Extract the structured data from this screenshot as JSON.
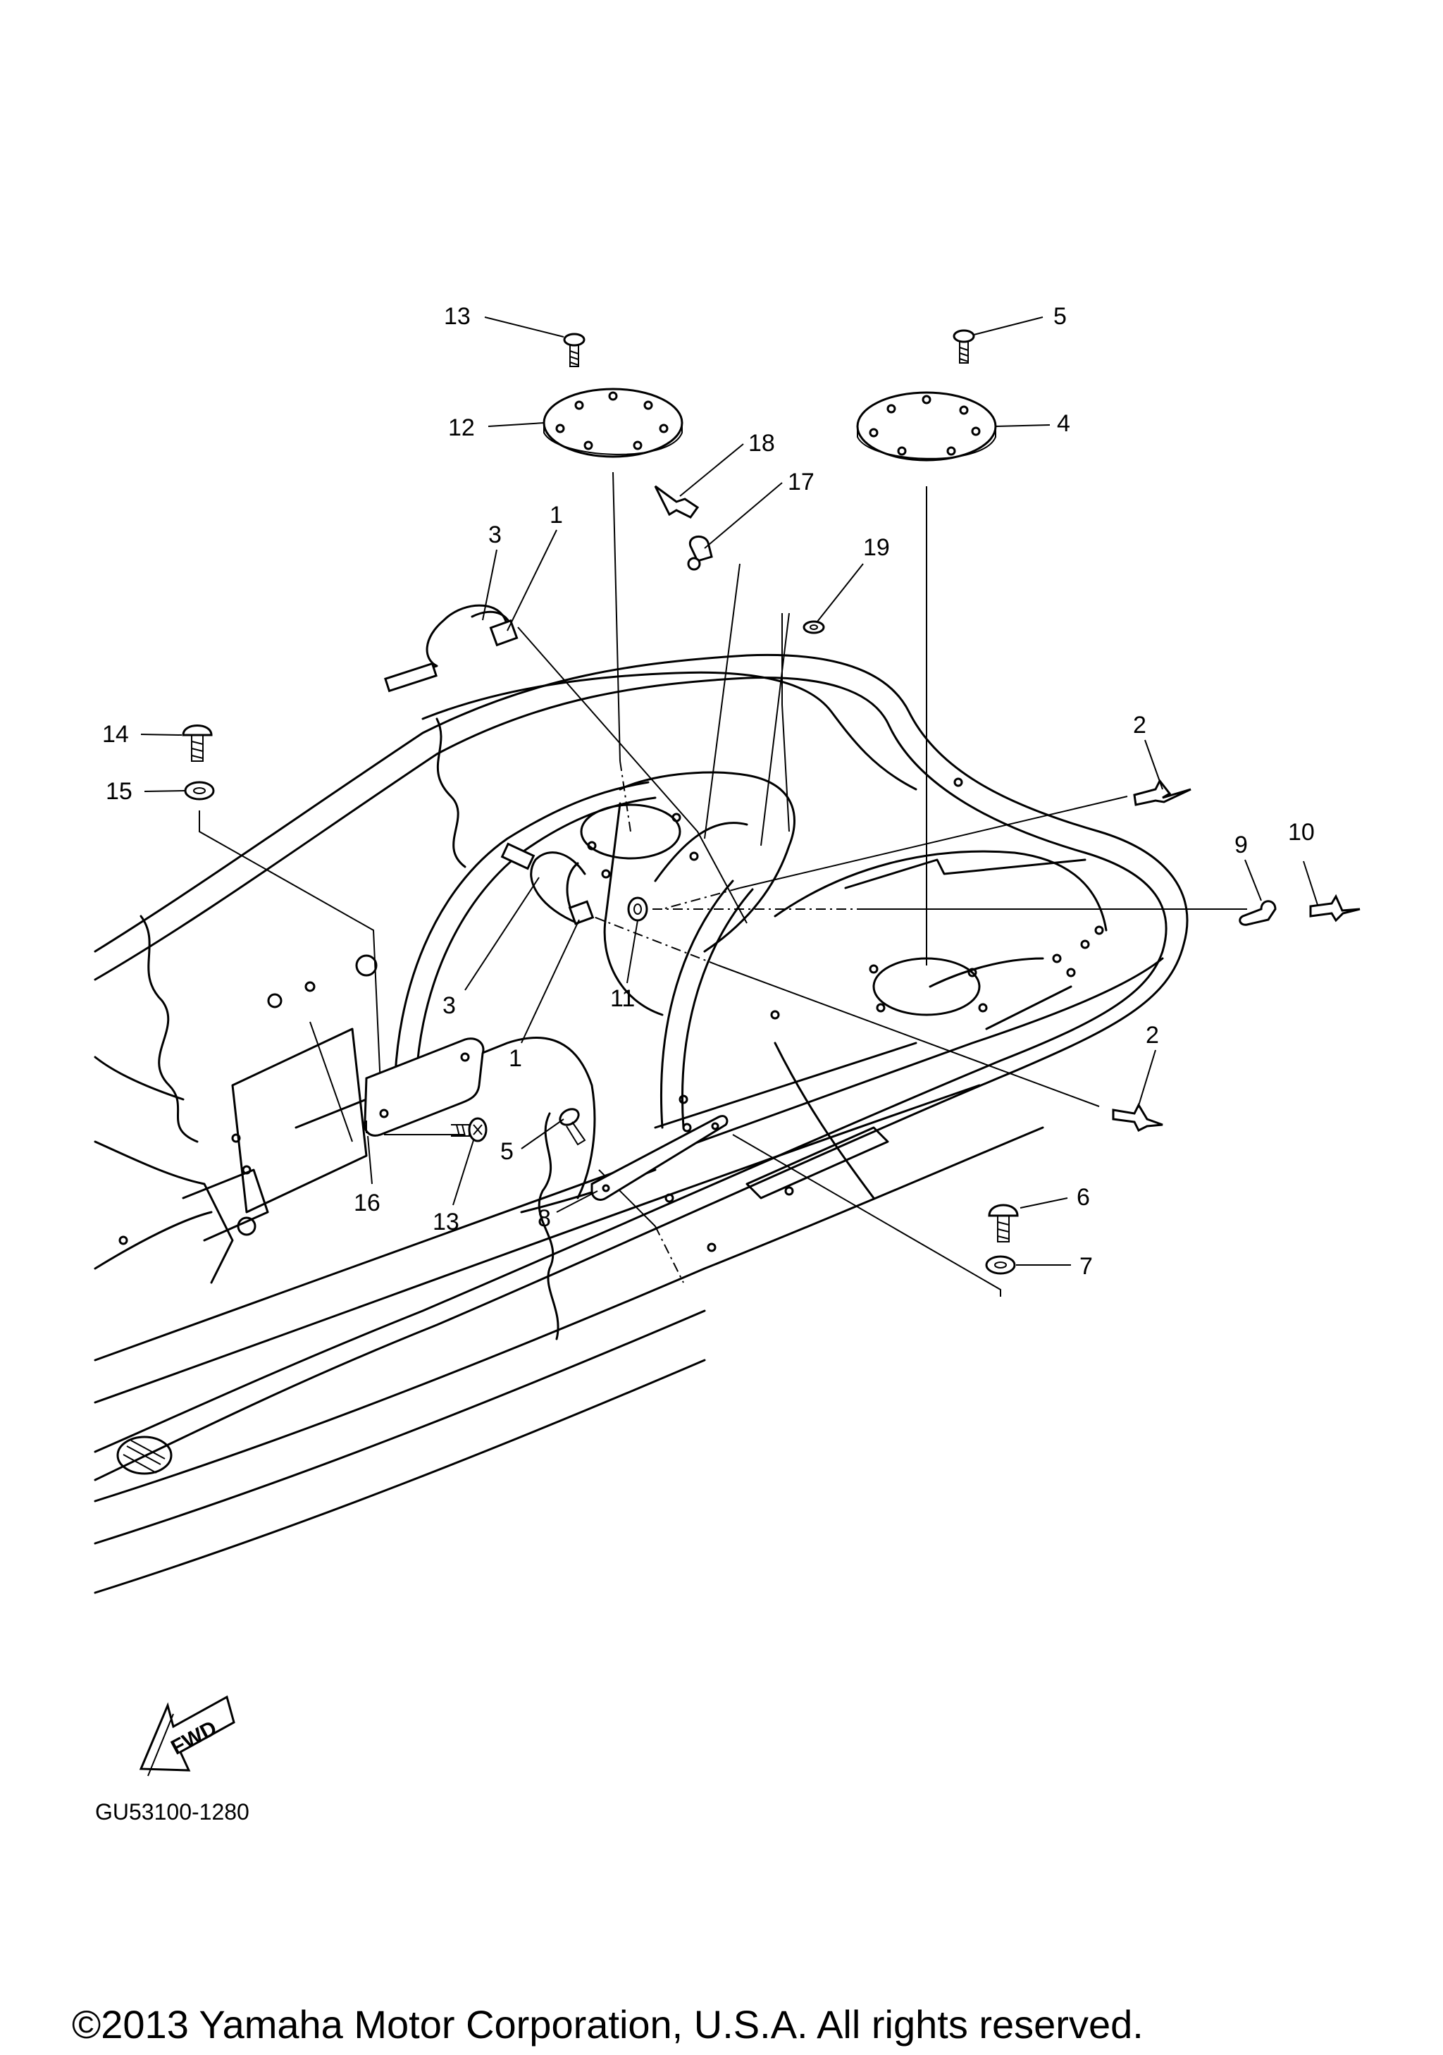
{
  "callouts": [
    {
      "id": "c13a",
      "label": "13"
    },
    {
      "id": "c5a",
      "label": "5"
    },
    {
      "id": "c12",
      "label": "12"
    },
    {
      "id": "c4",
      "label": "4"
    },
    {
      "id": "c18",
      "label": "18"
    },
    {
      "id": "c17",
      "label": "17"
    },
    {
      "id": "c3a",
      "label": "3"
    },
    {
      "id": "c1a",
      "label": "1"
    },
    {
      "id": "c19",
      "label": "19"
    },
    {
      "id": "c14",
      "label": "14"
    },
    {
      "id": "c15",
      "label": "15"
    },
    {
      "id": "c2a",
      "label": "2"
    },
    {
      "id": "c9",
      "label": "9"
    },
    {
      "id": "c10",
      "label": "10"
    },
    {
      "id": "c3b",
      "label": "3"
    },
    {
      "id": "c11",
      "label": "11"
    },
    {
      "id": "c1b",
      "label": "1"
    },
    {
      "id": "c2b",
      "label": "2"
    },
    {
      "id": "c5b",
      "label": "5"
    },
    {
      "id": "c16",
      "label": "16"
    },
    {
      "id": "c13b",
      "label": "13"
    },
    {
      "id": "c8",
      "label": "8"
    },
    {
      "id": "c6",
      "label": "6"
    },
    {
      "id": "c7",
      "label": "7"
    }
  ],
  "fwd_label": "FWD",
  "diagram_code": "GU53100-1280",
  "copyright": "©2013 Yamaha Motor Corporation, U.S.A. All rights reserved."
}
